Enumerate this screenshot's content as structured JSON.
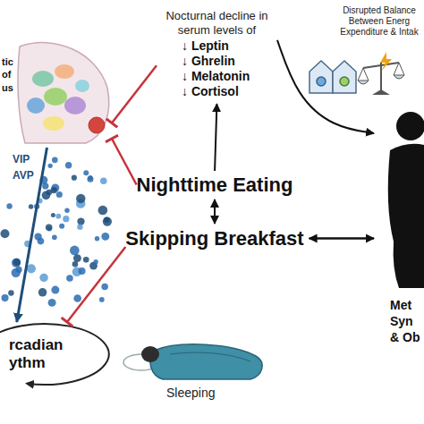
{
  "diagram": {
    "nodes": [
      {
        "text": [
          "tic of us"
        ]
      },
      {
        "text": [
          "Nocturnal decline in serum levels of",
          "↓ Leptin",
          "↓ Ghrelin",
          "↓ Melatonin",
          "↓ Cortisol"
        ]
      },
      {
        "text": [
          "Disrupted Balance Between Energ Expenditure & Intak"
        ]
      },
      {
        "text": [
          "Nighttime Eating"
        ]
      },
      {
        "text": [
          "Skipping Breakfast"
        ]
      },
      {
        "text": [
          "rcadian ythm"
        ]
      },
      {
        "text": [
          "Met Syn & Ob"
        ]
      }
    ],
    "edges": [
      {
        "from": 1,
        "to": 0,
        "arrow": "to"
      },
      {
        "from": 3,
        "to": 0,
        "arrow": "to"
      },
      {
        "from": 4,
        "to": 5,
        "arrow": "to"
      },
      {
        "from": 0,
        "to": 5,
        "arrow": "to"
      },
      {
        "from": 3,
        "to": 1,
        "arrow": "to"
      },
      {
        "from": 3,
        "to": 4,
        "arrow": "both"
      },
      {
        "from": 4,
        "to": 6,
        "arrow": "both"
      },
      {
        "from": 1,
        "to": 6,
        "arrow": "to"
      }
    ],
    "labels": [
      "VIP",
      "AVP",
      "Sleeping"
    ]
  }
}
